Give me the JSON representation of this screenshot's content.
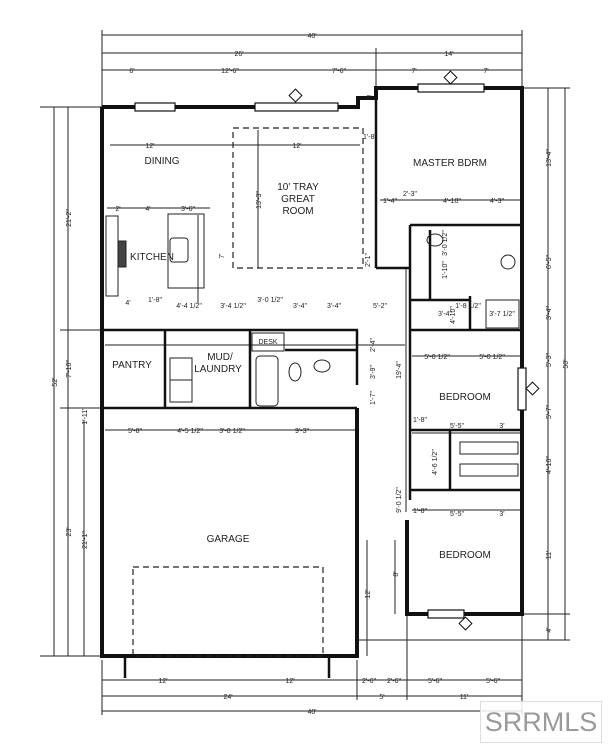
{
  "rooms": {
    "dining": "DINING",
    "great_room_1": "10' TRAY",
    "great_room_2": "GREAT",
    "great_room_3": "ROOM",
    "master": "MASTER BDRM",
    "kitchen": "KITCHEN",
    "pantry": "PANTRY",
    "mud_1": "MUD/",
    "mud_2": "LAUNDRY",
    "desk": "DESK",
    "bedroom_1": "BEDROOM",
    "bedroom_2": "BEDROOM",
    "garage": "GARAGE"
  },
  "dims_top": {
    "total": "40'",
    "left": "26'",
    "right": "14'",
    "a": "6'",
    "b": "12'-6\"",
    "c": "7'-6\"",
    "d": "7'",
    "e": "7'"
  },
  "dims_bottom": {
    "a": "12'",
    "b": "12'",
    "c": "2'-6\"",
    "d": "2'-6\"",
    "e": "5'-6\"",
    "f": "5'-6\"",
    "g": "24'",
    "h": "5'",
    "i": "11'",
    "total": "40'"
  },
  "dims_left": {
    "total": "52'",
    "a": "21'-2\"",
    "b": "7'-10\"",
    "c": "1'-11\"",
    "d": "23'",
    "e": "21'-1\""
  },
  "dims_right": {
    "a": "13'-4\"",
    "b": "6'-5\"",
    "c": "3'-4\"",
    "d": "5'-3\"",
    "e": "5'-7\"",
    "f": "4'-10\"",
    "g": "11'",
    "h": "4'",
    "total": "50'"
  },
  "dims_interior": {
    "dining_w": "12'",
    "great_w": "12'",
    "great_h": "13'-3\"",
    "tray_off": "1'-8\"",
    "top_off": "2'",
    "k1": "2'",
    "k2": "4'",
    "k3": "3'-6\"",
    "k_h": "7'",
    "r1": "4'",
    "r2": "1'-8\"",
    "r3": "4'-4 1/2\"",
    "r4": "3'-4 1/2\"",
    "r5": "3'-0 1/2\"",
    "r6": "3'-4\"",
    "r7": "3'-4\"",
    "r8": "5'-2\"",
    "b1": "2'-4\"",
    "b2": "3'-9\"",
    "b3": "1'-7\"",
    "g1": "5'-8\"",
    "g2": "4'-5 1/2\"",
    "g3": "3'-8 1/2\"",
    "g4": "9'-3\"",
    "m1": "1'-4\"",
    "m2": "2'-3\"",
    "m3": "4'-10\"",
    "m4": "4'-3\"",
    "m5": "2'-1\"",
    "hall": "19'-4\"",
    "hall2": "9'-0 1/2\"",
    "bd1": "5'-0 1/2\"",
    "bd2": "5'-0 1/2\"",
    "bd3": "1'-8\"",
    "bd4": "5'-5\"",
    "bd5": "3'",
    "bd6": "4'-6 1/2\"",
    "bd7": "1'-8\"",
    "bd8": "5'-5\"",
    "bd9": "3'",
    "mb1": "3'-4\"",
    "mb2": "4'-10\"",
    "mb3": "1'-8 1/2\"",
    "mb4": "3'-7 1/2\"",
    "mb5": "1'-10\"",
    "mb6": "3'-0 1/2\"",
    "porch1": "12'",
    "porch2": "8'"
  },
  "watermark": "SRRMLS"
}
